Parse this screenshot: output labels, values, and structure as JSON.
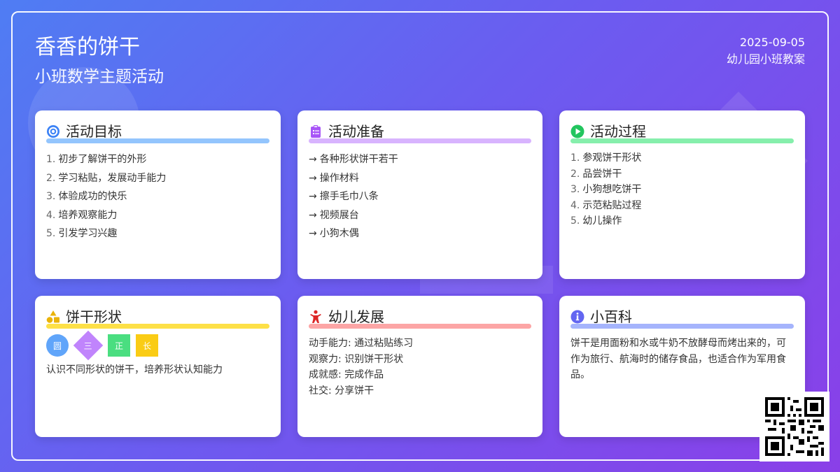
{
  "header": {
    "title": "香香的饼干",
    "subtitle": "小班数学主题活动",
    "date": "2025-09-05",
    "org": "幼儿园小班教案"
  },
  "cards": {
    "goals": {
      "title": "活动目标",
      "icon": "target-icon",
      "color": "#93c5fd",
      "items": [
        "初步了解饼干的外形",
        "学习粘贴，发展动手能力",
        "体验成功的快乐",
        "培养观察能力",
        "引发学习兴趣"
      ]
    },
    "prep": {
      "title": "活动准备",
      "icon": "clipboard-icon",
      "color": "#d8b4fe",
      "items": [
        "各种形状饼干若干",
        "操作材料",
        "擦手毛巾八条",
        "视频展台",
        "小狗木偶"
      ]
    },
    "process": {
      "title": "活动过程",
      "icon": "play-icon",
      "color": "#86efac",
      "items": [
        "参观饼干形状",
        "品尝饼干",
        "小狗想吃饼干",
        "示范粘贴过程",
        "幼儿操作"
      ]
    },
    "shapes": {
      "title": "饼干形状",
      "icon": "shapes-icon",
      "color": "#fde047",
      "labels": [
        "圆",
        "三",
        "正",
        "长"
      ],
      "desc": "认识不同形状的饼干，培养形状认知能力"
    },
    "development": {
      "title": "幼儿发展",
      "icon": "child-icon",
      "color": "#fca5a5",
      "items": [
        "动手能力: 通过粘贴练习",
        "观察力: 识别饼干形状",
        "成就感: 完成作品",
        "社交: 分享饼干"
      ]
    },
    "wiki": {
      "title": "小百科",
      "icon": "info-icon",
      "color": "#a5b4fc",
      "text": "饼干是用面粉和水或牛奶不放酵母而烤出来的，可作为旅行、航海时的储存食品，也适合作为军用食品。"
    }
  },
  "qr": {
    "icon": "qr-code-icon"
  }
}
